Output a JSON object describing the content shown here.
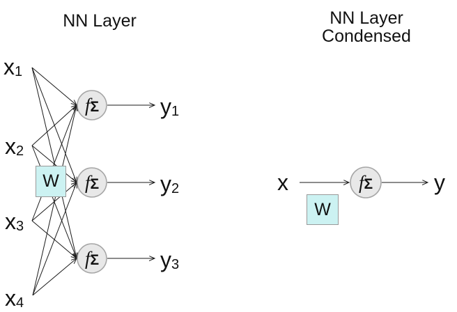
{
  "colors": {
    "line": "#1a1a1a",
    "neuron-fill": "#e8e8e8",
    "neuron-stroke": "#a6a6a6",
    "weight-fill": "#ccf2f2",
    "weight-border": "#999999",
    "text": "#111111"
  },
  "left_diagram": {
    "title": "NN Layer",
    "weight_label": "W",
    "neuron_symbol": {
      "f": "f",
      "sigma": "Σ"
    },
    "inputs": [
      {
        "base": "x",
        "sub": "1"
      },
      {
        "base": "x",
        "sub": "2"
      },
      {
        "base": "x",
        "sub": "3"
      },
      {
        "base": "x",
        "sub": "4"
      }
    ],
    "outputs": [
      {
        "base": "y",
        "sub": "1"
      },
      {
        "base": "y",
        "sub": "2"
      },
      {
        "base": "y",
        "sub": "3"
      }
    ]
  },
  "right_diagram": {
    "title_line1": "NN Layer",
    "title_line2": "Condensed",
    "weight_label": "W",
    "neuron_symbol": {
      "f": "f",
      "sigma": "Σ"
    },
    "input": {
      "base": "x"
    },
    "output": {
      "base": "y"
    }
  }
}
